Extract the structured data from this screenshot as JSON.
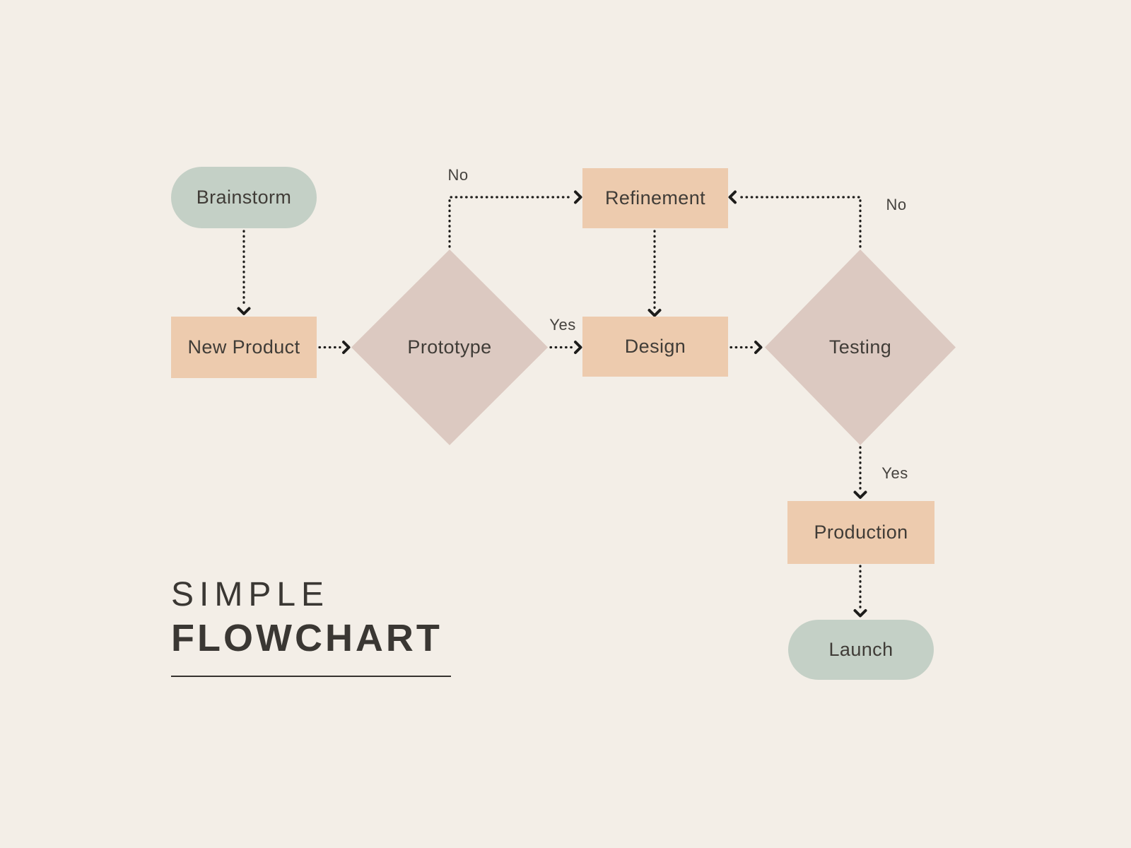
{
  "title": {
    "line1": "SIMPLE",
    "line2": "FLOWCHART"
  },
  "nodes": {
    "brainstorm": {
      "label": "Brainstorm",
      "type": "terminal"
    },
    "new_product": {
      "label": "New Product",
      "type": "process"
    },
    "prototype": {
      "label": "Prototype",
      "type": "decision"
    },
    "refinement": {
      "label": "Refinement",
      "type": "process"
    },
    "design": {
      "label": "Design",
      "type": "process"
    },
    "testing": {
      "label": "Testing",
      "type": "decision"
    },
    "production": {
      "label": "Production",
      "type": "process"
    },
    "launch": {
      "label": "Launch",
      "type": "terminal"
    }
  },
  "edge_labels": {
    "prototype_no": "No",
    "prototype_yes": "Yes",
    "testing_no": "No",
    "testing_yes": "Yes"
  },
  "colors": {
    "bg": "#f3eee7",
    "sage": "#c4d0c6",
    "peach": "#edcbae",
    "mauve": "#dcc9c1",
    "ink": "#403c37",
    "ink_title": "#3a3733",
    "line": "#1d1c1a",
    "label": "#45423e"
  }
}
